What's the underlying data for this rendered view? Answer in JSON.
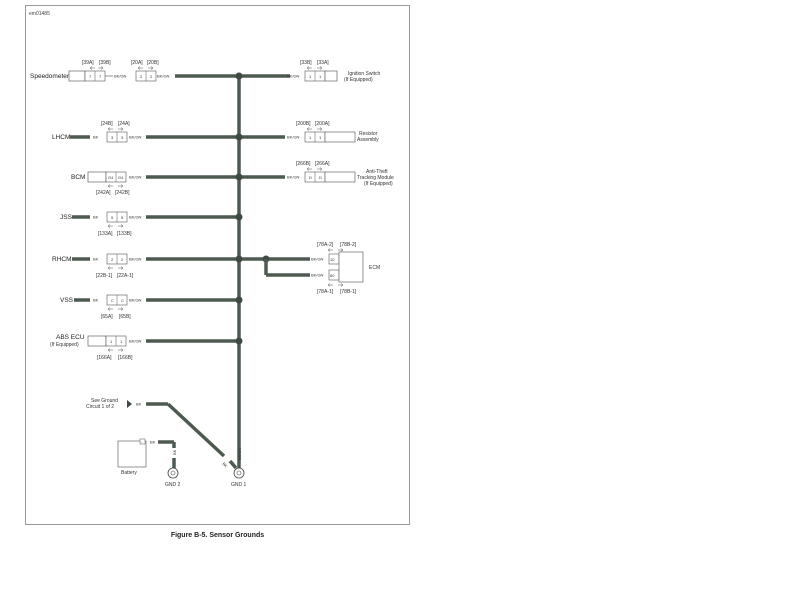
{
  "figure_id": "em01485",
  "caption": "Figure B-5. Sensor Grounds",
  "components": {
    "speedometer": "Speedometer",
    "ignition_switch_1": "Ignition Switch",
    "ignition_switch_2": "(If Equipped)",
    "lhcm": "LHCM",
    "resistor_1": "Resistor",
    "resistor_2": "Assembly",
    "bcm": "BCM",
    "antitheft_1": "Anti-Theft",
    "antitheft_2": "Tracking Module",
    "antitheft_3": "(If Equipped)",
    "jss": "JSS",
    "rhcm": "RHCM",
    "ecm": "ECM",
    "vss": "VSS",
    "abs_1": "ABS ECU",
    "abs_2": "(If Equipped)",
    "see_ground_1": "See Ground",
    "see_ground_2": "Circuit 1 of 2",
    "battery": "Battery",
    "gnd1": "GND 1",
    "gnd2": "GND 2"
  },
  "connectors": {
    "c39a": "[39A]",
    "c39b": "[39B]",
    "c20a": "[20A]",
    "c20b": "[20B]",
    "c33b": "[33B]",
    "c33a": "[33A]",
    "c24b": "[24B]",
    "c24a": "[24A]",
    "c200b": "[200B]",
    "c200a": "[200A]",
    "c242a": "[242A]",
    "c242b": "[242B]",
    "c266b": "[266B]",
    "c266a": "[266A]",
    "c133a": "[133A]",
    "c133b": "[133B]",
    "c22b": "[22B-1]",
    "c22a": "[22A-1]",
    "c78a2": "[78A-2]",
    "c78b2": "[78B-2]",
    "c78a1": "[78A-1]",
    "c78b1": "[78B-1]",
    "c65a": "[65A]",
    "c65b": "[65B]",
    "c166a": "[166A]",
    "c166b": "[166B]"
  },
  "pins": {
    "speedo": "7",
    "c20": "2",
    "ign": "1",
    "lhcm": "3",
    "resistor": "1",
    "bcm": "G4",
    "antitheft": "D",
    "jss": "5",
    "rhcm": "2",
    "ecm_top": "10",
    "ecm_bot": "60",
    "vss": "C",
    "abs": "1"
  },
  "wires": {
    "bk": "BK",
    "bkgn": "BK/GN"
  }
}
